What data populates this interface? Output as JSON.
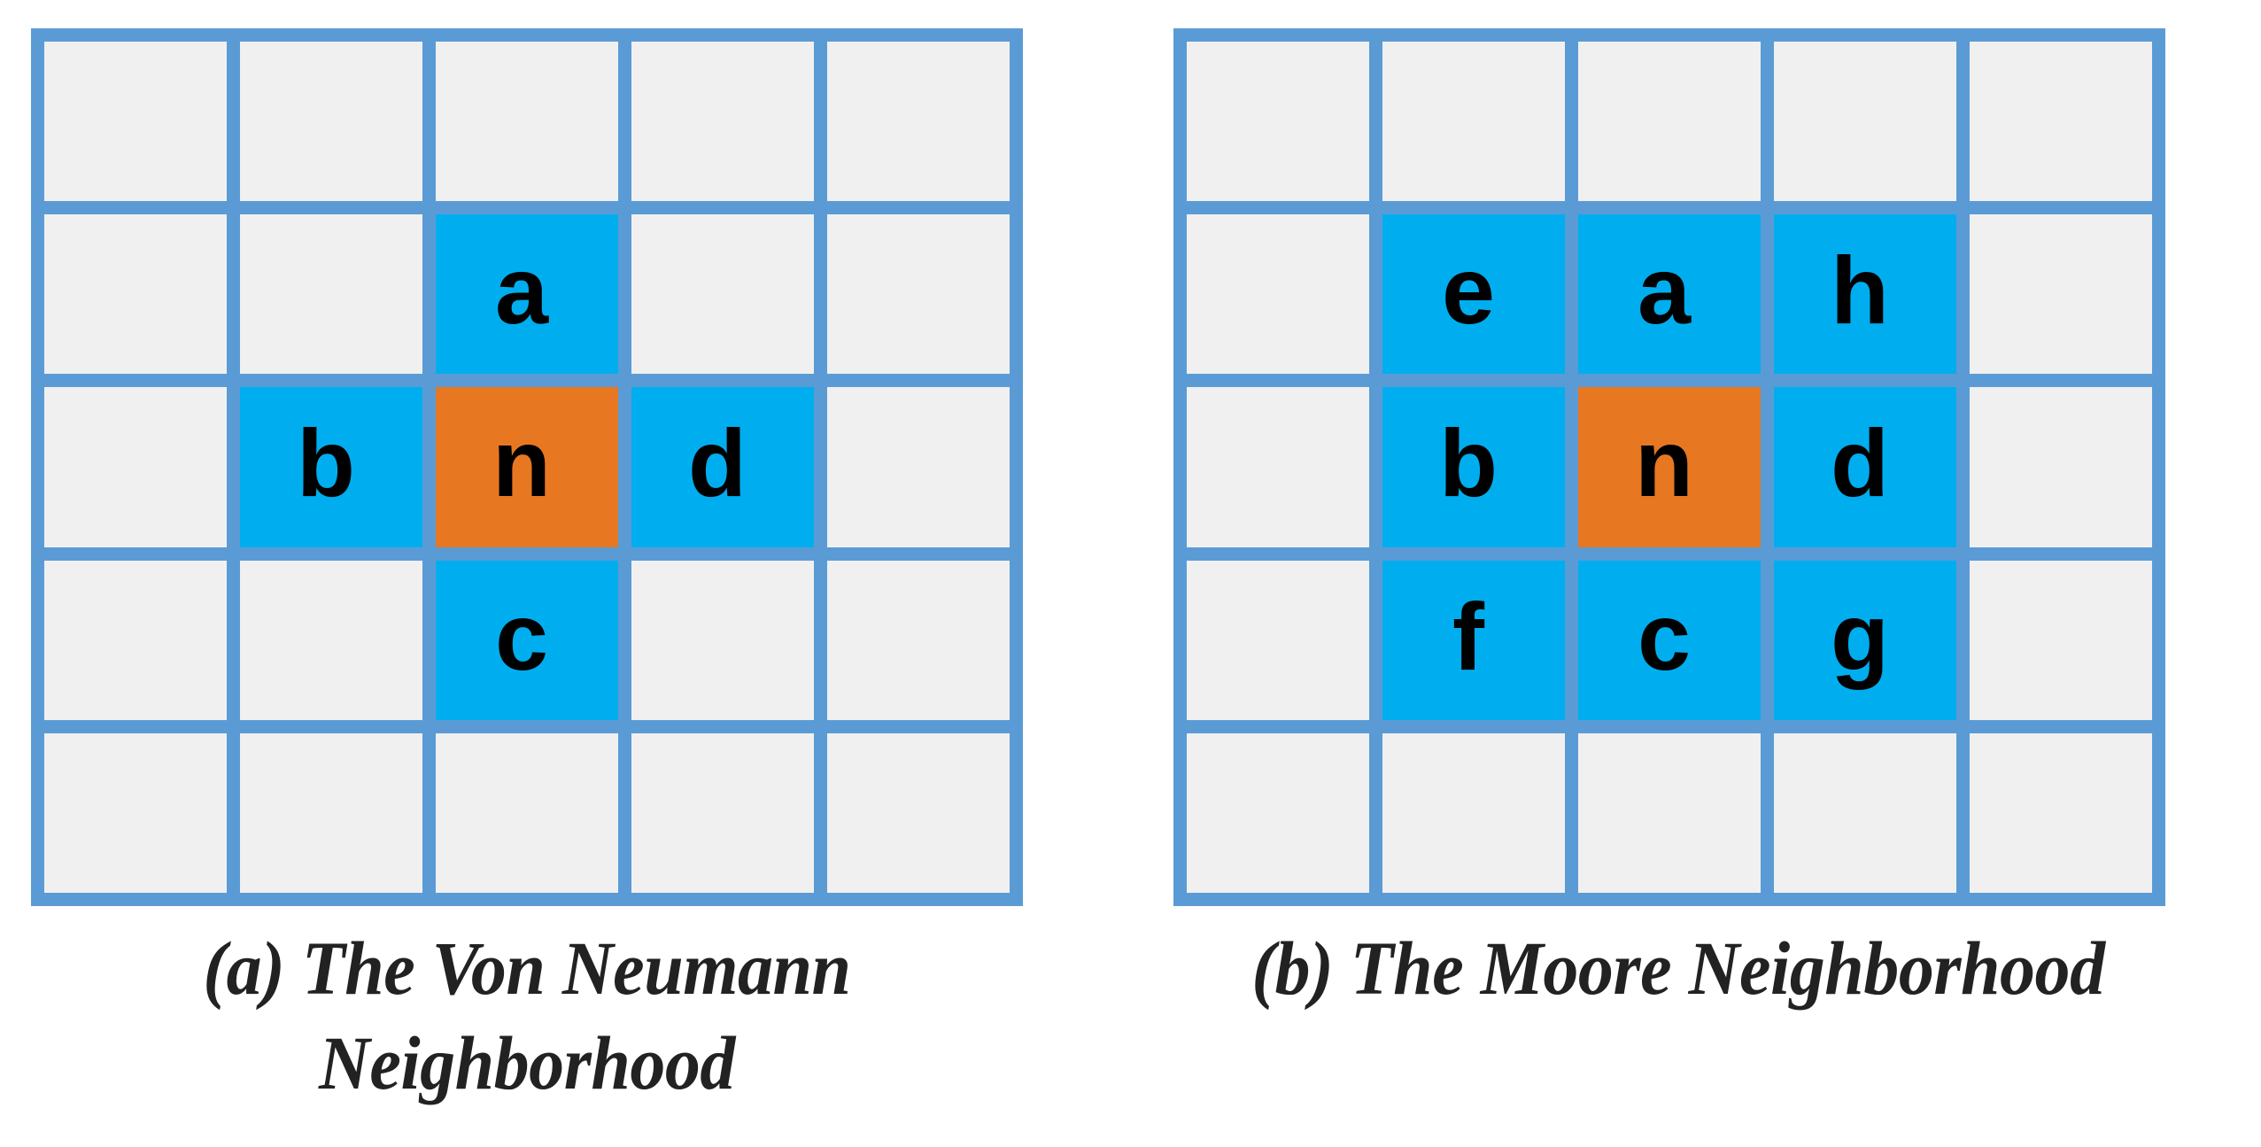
{
  "figure": {
    "background_color": "#ffffff",
    "palette": {
      "grid_line": "#5b9bd5",
      "empty_cell": "#f0f0f0",
      "neighbor_cell": "#00aeef",
      "center_cell": "#e87722",
      "label_text": "#000000",
      "caption_text": "#222222"
    }
  },
  "panels": [
    {
      "id": "von-neumann",
      "caption": "(a) The Von Neumann Neighborhood",
      "grid": {
        "rows": 5,
        "cols": 5,
        "cells": [
          [
            {
              "label": "",
              "state": "empty"
            },
            {
              "label": "",
              "state": "empty"
            },
            {
              "label": "",
              "state": "empty"
            },
            {
              "label": "",
              "state": "empty"
            },
            {
              "label": "",
              "state": "empty"
            }
          ],
          [
            {
              "label": "",
              "state": "empty"
            },
            {
              "label": "",
              "state": "empty"
            },
            {
              "label": "a",
              "state": "neighbor"
            },
            {
              "label": "",
              "state": "empty"
            },
            {
              "label": "",
              "state": "empty"
            }
          ],
          [
            {
              "label": "",
              "state": "empty"
            },
            {
              "label": "b",
              "state": "neighbor"
            },
            {
              "label": "n",
              "state": "center"
            },
            {
              "label": "d",
              "state": "neighbor"
            },
            {
              "label": "",
              "state": "empty"
            }
          ],
          [
            {
              "label": "",
              "state": "empty"
            },
            {
              "label": "",
              "state": "empty"
            },
            {
              "label": "c",
              "state": "neighbor"
            },
            {
              "label": "",
              "state": "empty"
            },
            {
              "label": "",
              "state": "empty"
            }
          ],
          [
            {
              "label": "",
              "state": "empty"
            },
            {
              "label": "",
              "state": "empty"
            },
            {
              "label": "",
              "state": "empty"
            },
            {
              "label": "",
              "state": "empty"
            },
            {
              "label": "",
              "state": "empty"
            }
          ]
        ]
      }
    },
    {
      "id": "moore",
      "caption": "(b) The Moore Neighborhood",
      "grid": {
        "rows": 5,
        "cols": 5,
        "cells": [
          [
            {
              "label": "",
              "state": "empty"
            },
            {
              "label": "",
              "state": "empty"
            },
            {
              "label": "",
              "state": "empty"
            },
            {
              "label": "",
              "state": "empty"
            },
            {
              "label": "",
              "state": "empty"
            }
          ],
          [
            {
              "label": "",
              "state": "empty"
            },
            {
              "label": "e",
              "state": "neighbor"
            },
            {
              "label": "a",
              "state": "neighbor"
            },
            {
              "label": "h",
              "state": "neighbor"
            },
            {
              "label": "",
              "state": "empty"
            }
          ],
          [
            {
              "label": "",
              "state": "empty"
            },
            {
              "label": "b",
              "state": "neighbor"
            },
            {
              "label": "n",
              "state": "center"
            },
            {
              "label": "d",
              "state": "neighbor"
            },
            {
              "label": "",
              "state": "empty"
            }
          ],
          [
            {
              "label": "",
              "state": "empty"
            },
            {
              "label": "f",
              "state": "neighbor"
            },
            {
              "label": "c",
              "state": "neighbor"
            },
            {
              "label": "g",
              "state": "neighbor"
            },
            {
              "label": "",
              "state": "empty"
            }
          ],
          [
            {
              "label": "",
              "state": "empty"
            },
            {
              "label": "",
              "state": "empty"
            },
            {
              "label": "",
              "state": "empty"
            },
            {
              "label": "",
              "state": "empty"
            },
            {
              "label": "",
              "state": "empty"
            }
          ]
        ]
      }
    }
  ]
}
